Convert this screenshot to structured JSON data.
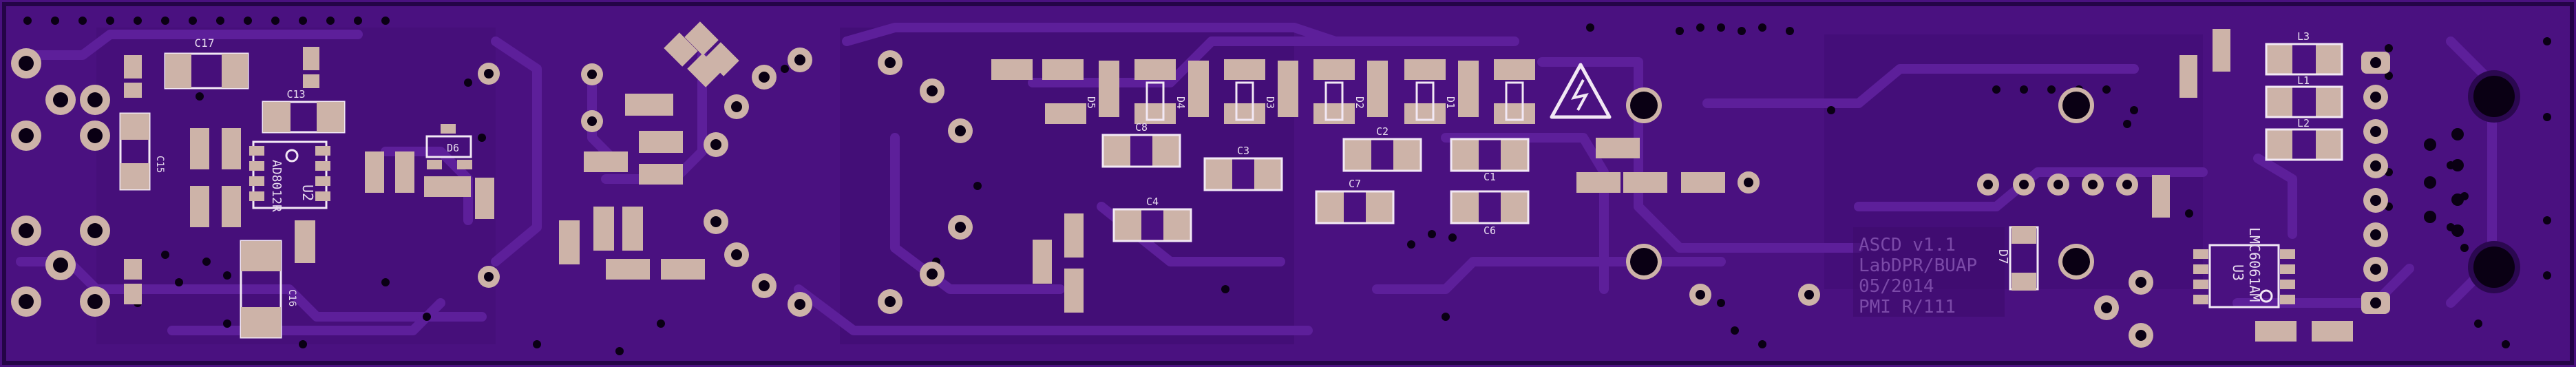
{
  "board": {
    "colors": {
      "soldermask": "#4a1180",
      "copper_pour": "#3c0a6d",
      "trace": "#5a1d96",
      "pad": "#cdb3a8",
      "pad_outline": "#9c7e78",
      "silkscreen": "#f2e8f5",
      "via_hole": "#0a0014",
      "edge": "#240447"
    },
    "legend_lines": [
      "ASCD v1.1",
      "LabDPR/BUAP",
      "05/2014",
      "PMI R/111"
    ],
    "labels": {
      "C17": "C17",
      "C15": "C15",
      "C13": "C13",
      "C16": "C16",
      "U2": "U2",
      "AD8012": "AD8012R",
      "D6": "D6",
      "C8": "C8",
      "C3": "C3",
      "C4": "C4",
      "C2": "C2",
      "C7": "C7",
      "C1": "C1",
      "C6": "C6",
      "D5": "D5",
      "D4": "D4",
      "D3": "D3",
      "D2": "D2",
      "D1": "D1",
      "D7": "D7",
      "L1": "L1",
      "L2": "L2",
      "L3": "L3",
      "U3": "U3",
      "LMC6061": "LMC6061AM"
    },
    "warning_icon": "high-voltage-warning-icon"
  }
}
